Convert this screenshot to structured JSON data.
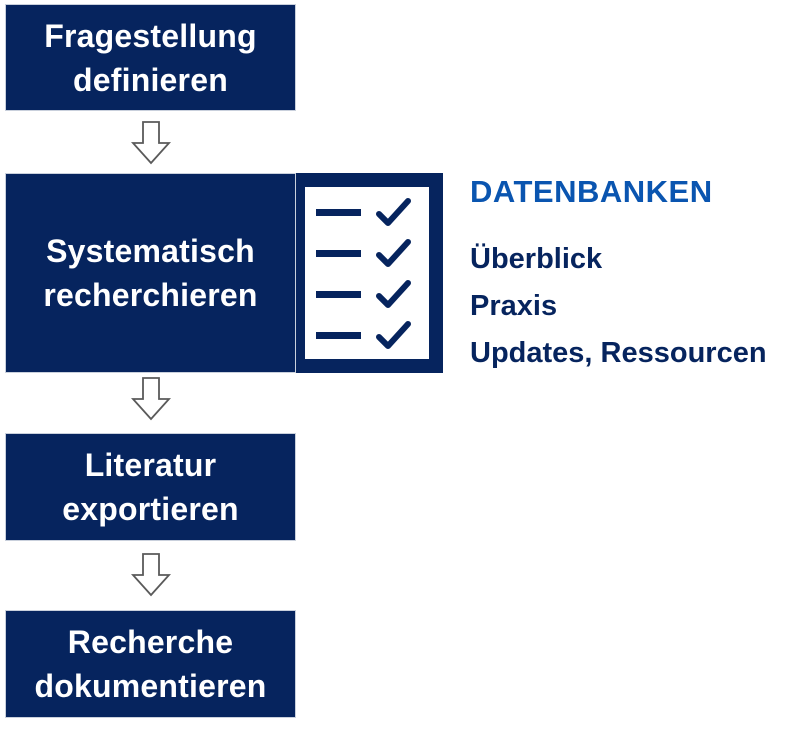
{
  "flow": {
    "steps": [
      {
        "lines": [
          "Fragestellung",
          "definieren"
        ]
      },
      {
        "lines": [
          "Systematisch",
          "recherchieren"
        ]
      },
      {
        "lines": [
          "Literatur",
          "exportieren"
        ]
      },
      {
        "lines": [
          "Recherche",
          "dokumentieren"
        ]
      }
    ]
  },
  "databases": {
    "title": "DATENBANKEN",
    "items": [
      "Überblick",
      "Praxis",
      "Updates, Ressourcen"
    ]
  },
  "colors": {
    "box_fill": "#06245e",
    "accent_title": "#0a55b0",
    "item_text": "#06245e",
    "arrow_stroke": "#5a5a5a"
  },
  "icons": {
    "checklist": "checklist-icon",
    "arrow": "down-arrow-icon"
  }
}
